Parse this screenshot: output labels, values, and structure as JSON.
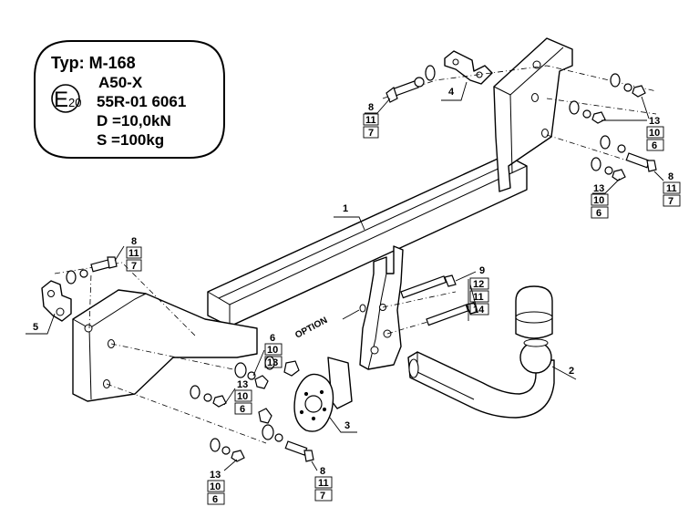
{
  "spec_box": {
    "type_line": "Typ: M-168",
    "class_line": "A50-X",
    "approval_mark": "E",
    "approval_country": "20",
    "regulation_line": "55R-01 6061",
    "d_value_line": "D =10,0kN",
    "s_value_line": "S =100kg"
  },
  "parts": {
    "crossbar": "1",
    "tow_ball": "2",
    "socket_plate": "3",
    "bracket_right": "4",
    "bracket_left": "5",
    "bolt_set": "9"
  },
  "option_label": "OPTION",
  "hardware_stacks": {
    "bolt_upper_left": [
      "8",
      "11",
      "7"
    ],
    "nut_upper_right": [
      "13",
      "10",
      "6"
    ],
    "bolt_right": [
      "8",
      "11",
      "7"
    ],
    "nut_right_low": [
      "13",
      "10",
      "6"
    ],
    "bolt_left_top": [
      "8",
      "11",
      "7"
    ],
    "washer_left_mid": [
      "6",
      "10",
      "13"
    ],
    "nut_left_mid": [
      "13",
      "10",
      "6"
    ],
    "nut_bottom_left": [
      "13",
      "10",
      "6"
    ],
    "bolt_bottom": [
      "8",
      "11",
      "7"
    ],
    "bolt_set_9": [
      "12",
      "11",
      "14"
    ]
  }
}
